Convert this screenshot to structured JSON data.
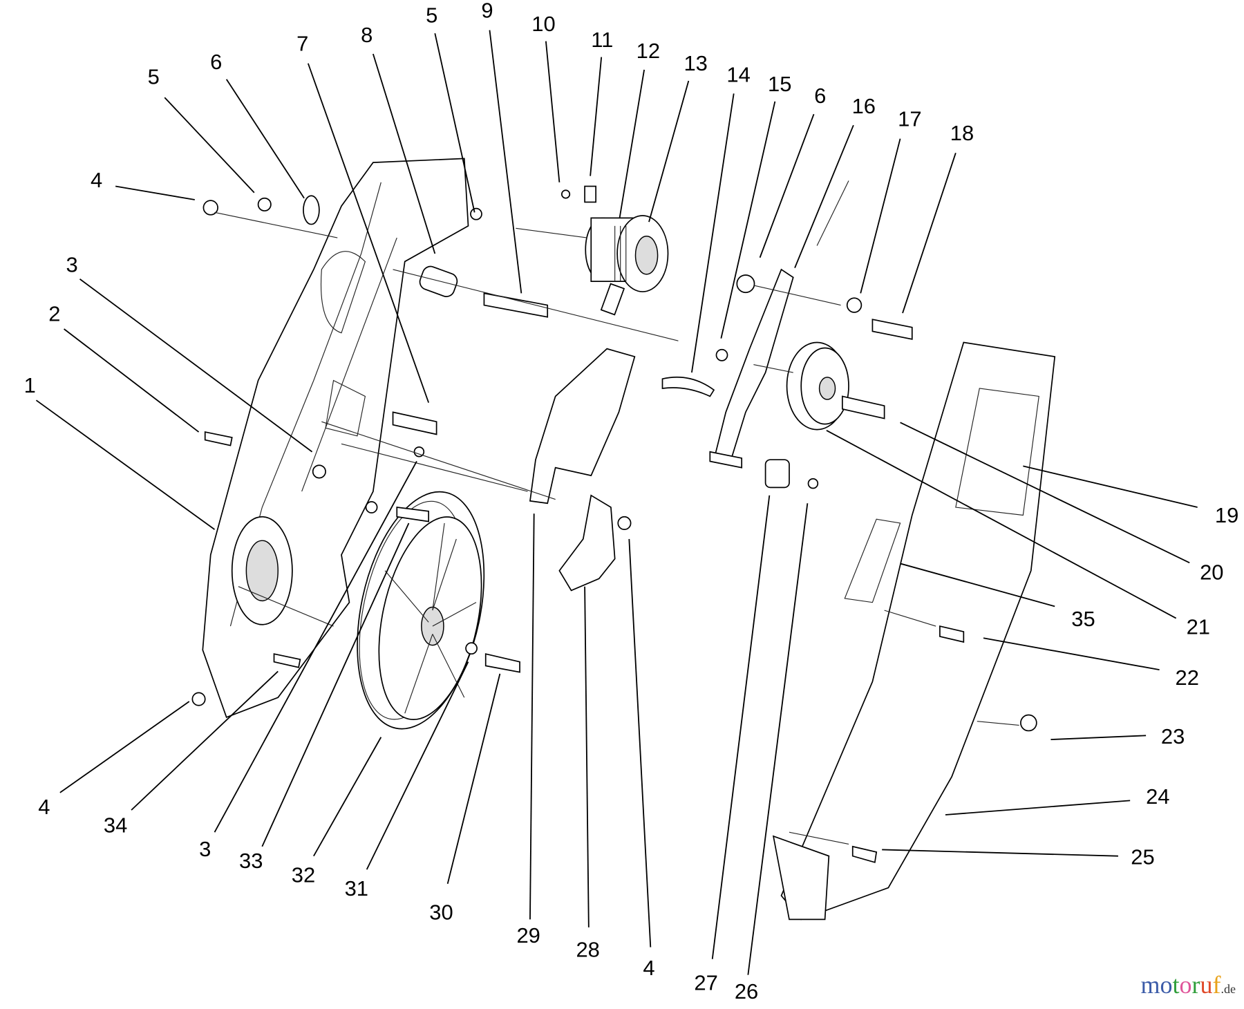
{
  "diagram": {
    "type": "exploded-parts-diagram",
    "callouts": [
      "1",
      "2",
      "3",
      "4",
      "5",
      "6",
      "7",
      "8",
      "5",
      "9",
      "10",
      "11",
      "12",
      "13",
      "14",
      "15",
      "6",
      "16",
      "17",
      "18",
      "19",
      "20",
      "21",
      "22",
      "23",
      "24",
      "25",
      "26",
      "27",
      "4",
      "28",
      "29",
      "30",
      "31",
      "32",
      "33",
      "3",
      "34",
      "4",
      "35"
    ]
  },
  "watermark": {
    "text": "motoruf",
    "suffix": ".de",
    "letter_colors": [
      "#3b5ba8",
      "#3b5ba8",
      "#2f9e3a",
      "#e0559a",
      "#2f9e3a",
      "#e04a2a",
      "#e8a21a"
    ]
  }
}
